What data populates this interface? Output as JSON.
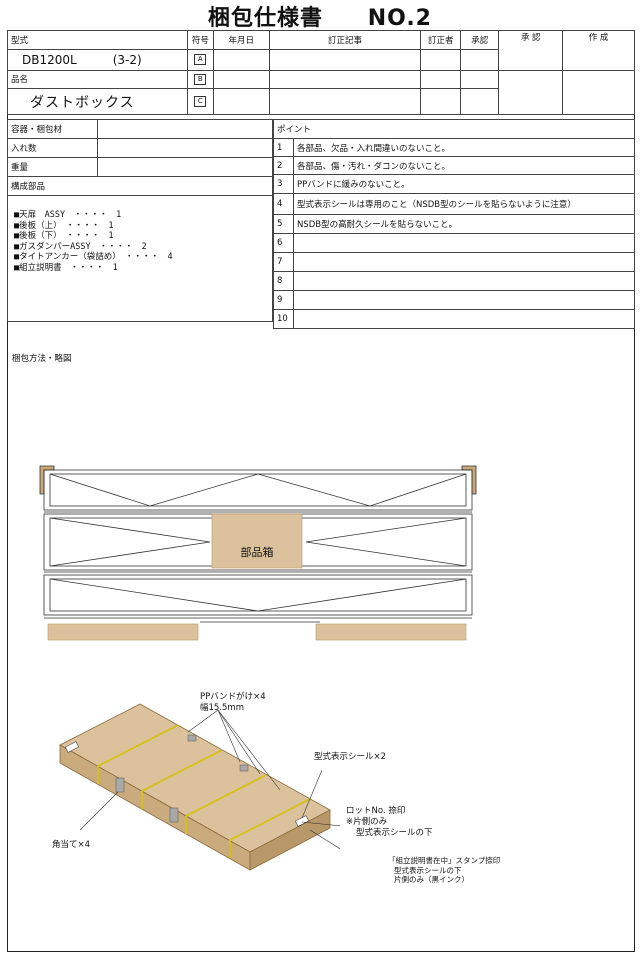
{
  "title": {
    "main": "梱包仕様書",
    "no": "NO.2"
  },
  "header": {
    "model_label": "型式",
    "model_value": "DB1200L",
    "model_sub": "(3-2)",
    "name_label": "品名",
    "name_value": "ダストボックス",
    "col_symbol": "符号",
    "col_date": "年月日",
    "col_revision": "訂正記事",
    "col_reviser": "訂正者",
    "col_approval": "承認",
    "col_approve2": "承 認",
    "col_create": "作 成",
    "rev_symbols": [
      "A",
      "B",
      "C"
    ]
  },
  "left_info": {
    "container_label": "容器・梱包材",
    "quantity_label": "入れ数",
    "weight_label": "重量",
    "components_label": "構成部品",
    "components": [
      "■天扉　ASSY　・・・・　1",
      "■後板（上）　・・・・　1",
      "■後板（下）　・・・・　1",
      "■ガスダンパーASSY　・・・・　2",
      "■タイトアンカー（袋詰め）　・・・・　4",
      "■組立説明書　・・・・　1"
    ]
  },
  "points": {
    "label": "ポイント",
    "items": [
      {
        "n": "1",
        "text": "各部品、欠品・入れ間違いのないこと。"
      },
      {
        "n": "2",
        "text": "各部品、傷・汚れ・ダコンのないこと。"
      },
      {
        "n": "3",
        "text": "PPバンドに緩みのないこと。"
      },
      {
        "n": "4",
        "text": "型式表示シールは専用のこと（NSDB型のシールを貼らないように注意）"
      },
      {
        "n": "5",
        "text": "NSDB型の高耐久シールを貼らないこと。"
      },
      {
        "n": "6",
        "text": ""
      },
      {
        "n": "7",
        "text": ""
      },
      {
        "n": "8",
        "text": ""
      },
      {
        "n": "9",
        "text": ""
      },
      {
        "n": "10",
        "text": ""
      }
    ]
  },
  "drawing": {
    "section_label": "梱包方法・略図",
    "parts_box_label": "部品箱",
    "pp_band_label": "PPバンドがけ×4",
    "pp_band_width": "幅15.5mm",
    "model_seal_label": "型式表示シール×2",
    "lot_label": "ロットNo. 捺印",
    "lot_note1": "※片側のみ",
    "lot_note2": "型式表示シールの下",
    "corner_label": "角当て×4",
    "stamp_label": "「組立説明書在中」スタンプ捺印",
    "stamp_note1": "型式表示シールの下",
    "stamp_note2": "片側のみ（黒インク）"
  },
  "colors": {
    "cardboard": "#dcc29c",
    "cardboard_dark": "#b89868",
    "band": "#d4c020"
  }
}
